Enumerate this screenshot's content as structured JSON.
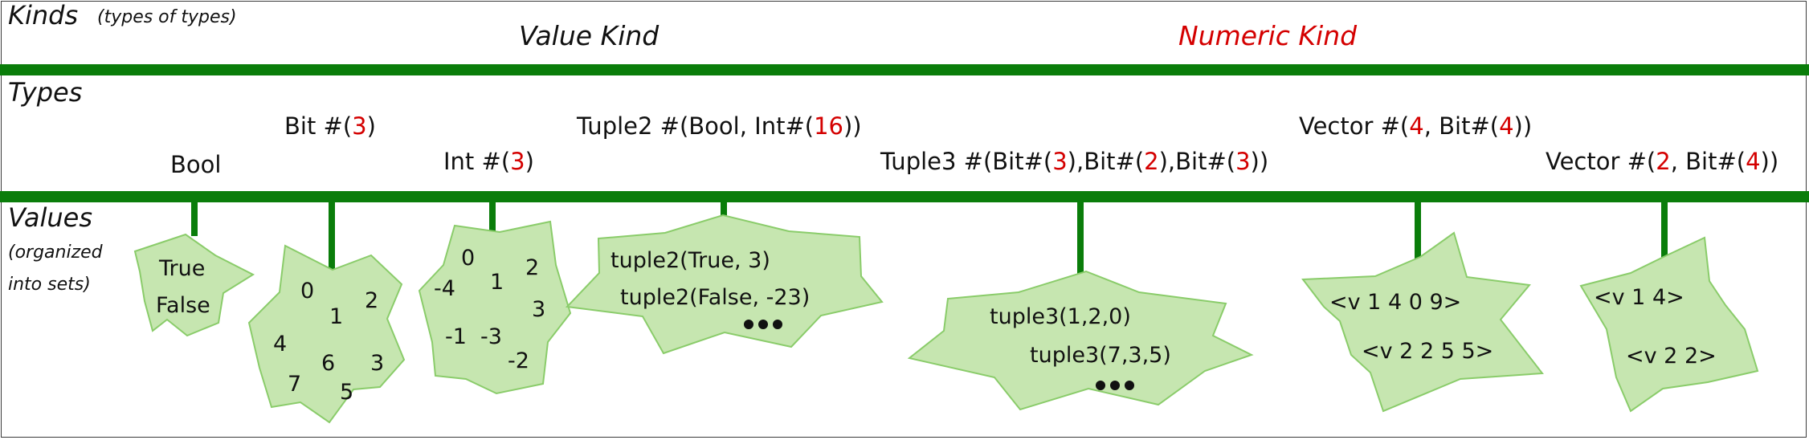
{
  "sections": {
    "kinds": {
      "title": "Kinds",
      "note": "(types of types)"
    },
    "types": {
      "title": "Types"
    },
    "values": {
      "title": "Values",
      "note_line1": "(organized",
      "note_line2": "into sets)"
    }
  },
  "kinds": [
    {
      "label": "Value Kind",
      "color": "#111111"
    },
    {
      "label": "Numeric Kind",
      "color": "#d40000"
    }
  ],
  "types": {
    "bool": {
      "name": "Bool"
    },
    "bit": {
      "prefix": "Bit #(",
      "n": "3",
      "suffix": ")"
    },
    "int": {
      "prefix": "Int #(",
      "n": "3",
      "suffix": ")"
    },
    "tuple2": {
      "prefix": "Tuple2 #(Bool, Int#(",
      "n": "16",
      "suffix": "))"
    },
    "tuple3": {
      "prefix": "Tuple3 #(Bit#(",
      "n1": "3",
      "mid1": "),Bit#(",
      "n2": "2",
      "mid2": "),Bit#(",
      "n3": "3",
      "suffix": "))"
    },
    "vector44": {
      "prefix": "Vector #(",
      "n1": "4",
      "mid": ", Bit#(",
      "n2": "4",
      "suffix": "))"
    },
    "vector24": {
      "prefix": "Vector #(",
      "n1": "2",
      "mid": ", Bit#(",
      "n2": "4",
      "suffix": "))"
    }
  },
  "value_sets": {
    "bool": [
      "True",
      "False"
    ],
    "bit": [
      "0",
      "1",
      "2",
      "4",
      "3",
      "6",
      "7",
      "5"
    ],
    "int": [
      "0",
      "-4",
      "1",
      "2",
      "3",
      "-1",
      "-3",
      "-2"
    ],
    "tuple2": [
      "tuple2(True, 3)",
      "tuple2(False, -23)"
    ],
    "tuple3": [
      "tuple3(1,2,0)",
      "tuple3(7,3,5)"
    ],
    "vector44": [
      "<v 1 4 0 9>",
      "<v 2 2 5 5>"
    ],
    "vector24": [
      "<v 1 4>",
      "<v 2 2>"
    ]
  },
  "colors": {
    "band": "#0a7d0a",
    "accent": "#d40000",
    "blob_fill": "#c6e6b0",
    "blob_stroke": "#8acc6a"
  }
}
